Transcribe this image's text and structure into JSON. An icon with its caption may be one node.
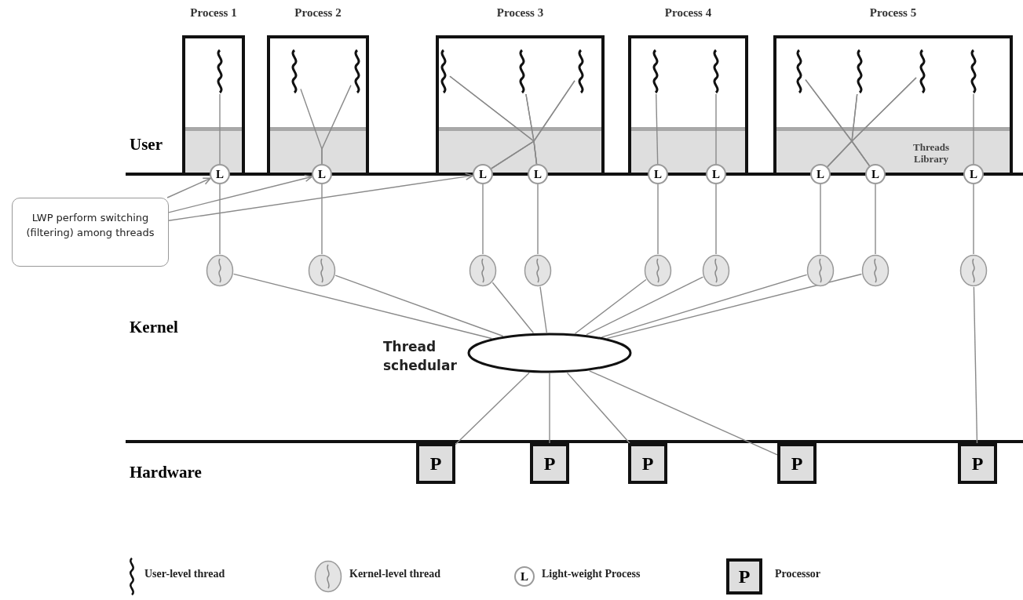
{
  "diagram": {
    "nodes": [
      {
        "text": [
          "Process 1"
        ]
      },
      {
        "text": [
          "Process 2"
        ]
      },
      {
        "text": [
          "Process 3"
        ]
      },
      {
        "text": [
          "Process 4"
        ]
      },
      {
        "text": [
          "Process 5"
        ]
      },
      {
        "text": [],
        "shape": "wave",
        "in": 0
      },
      {
        "text": [],
        "shape": "wave",
        "in": 1
      },
      {
        "text": [],
        "shape": "wave",
        "in": 1
      },
      {
        "text": [],
        "shape": "wave",
        "in": 2
      },
      {
        "text": [],
        "shape": "wave",
        "in": 2
      },
      {
        "text": [],
        "shape": "wave",
        "in": 2
      },
      {
        "text": [],
        "shape": "wave",
        "in": 3
      },
      {
        "text": [],
        "shape": "wave",
        "in": 3
      },
      {
        "text": [],
        "shape": "wave",
        "in": 4
      },
      {
        "text": [],
        "shape": "wave",
        "in": 4
      },
      {
        "text": [],
        "shape": "wave",
        "in": 4
      },
      {
        "text": [],
        "shape": "wave",
        "in": 4
      },
      {
        "text": [
          "L"
        ]
      },
      {
        "text": [
          "L"
        ]
      },
      {
        "text": [
          "L"
        ]
      },
      {
        "text": [
          "L"
        ]
      },
      {
        "text": [
          "L"
        ]
      },
      {
        "text": [
          "L"
        ]
      },
      {
        "text": [
          "L"
        ]
      },
      {
        "text": [
          "L"
        ]
      },
      {
        "text": [
          "L"
        ]
      },
      {
        "text": [],
        "shape": "circle"
      },
      {
        "text": [],
        "shape": "circle"
      },
      {
        "text": [],
        "shape": "circle"
      },
      {
        "text": [],
        "shape": "circle"
      },
      {
        "text": [],
        "shape": "circle"
      },
      {
        "text": [],
        "shape": "circle"
      },
      {
        "text": [],
        "shape": "circle"
      },
      {
        "text": [],
        "shape": "circle"
      },
      {
        "text": [],
        "shape": "circle"
      },
      {
        "text": [],
        "shape": "ellipse",
        "beside": [
          "Thread schedular"
        ]
      },
      {
        "text": [
          "P"
        ]
      },
      {
        "text": [
          "P"
        ]
      },
      {
        "text": [
          "P"
        ]
      },
      {
        "text": [
          "P"
        ]
      },
      {
        "text": [
          "P"
        ]
      },
      {
        "text": [
          "LWP perform switching (filtering) among threads"
        ]
      }
    ],
    "edges": [
      {
        "from": 5,
        "to": 17,
        "arrow": "none"
      },
      {
        "from": 6,
        "to": 18,
        "arrow": "none"
      },
      {
        "from": 7,
        "to": 18,
        "arrow": "none"
      },
      {
        "from": 8,
        "to": 19,
        "arrow": "none"
      },
      {
        "from": 8,
        "to": 20,
        "arrow": "none"
      },
      {
        "from": 9,
        "to": 19,
        "arrow": "none"
      },
      {
        "from": 9,
        "to": 20,
        "arrow": "none"
      },
      {
        "from": 10,
        "to": 19,
        "arrow": "none"
      },
      {
        "from": 10,
        "to": 20,
        "arrow": "none"
      },
      {
        "from": 11,
        "to": 21,
        "arrow": "none"
      },
      {
        "from": 12,
        "to": 22,
        "arrow": "none"
      },
      {
        "from": 13,
        "to": 23,
        "arrow": "none"
      },
      {
        "from": 13,
        "to": 24,
        "arrow": "none"
      },
      {
        "from": 14,
        "to": 23,
        "arrow": "none"
      },
      {
        "from": 14,
        "to": 24,
        "arrow": "none"
      },
      {
        "from": 15,
        "to": 23,
        "arrow": "none"
      },
      {
        "from": 15,
        "to": 24,
        "arrow": "none"
      },
      {
        "from": 16,
        "to": 25,
        "arrow": "none"
      },
      {
        "from": 17,
        "to": 26,
        "arrow": "none"
      },
      {
        "from": 18,
        "to": 27,
        "arrow": "none"
      },
      {
        "from": 19,
        "to": 28,
        "arrow": "none"
      },
      {
        "from": 20,
        "to": 29,
        "arrow": "none"
      },
      {
        "from": 21,
        "to": 30,
        "arrow": "none"
      },
      {
        "from": 22,
        "to": 31,
        "arrow": "none"
      },
      {
        "from": 23,
        "to": 32,
        "arrow": "none"
      },
      {
        "from": 24,
        "to": 33,
        "arrow": "none"
      },
      {
        "from": 25,
        "to": 34,
        "arrow": "none"
      },
      {
        "from": 26,
        "to": 35,
        "arrow": "none"
      },
      {
        "from": 27,
        "to": 35,
        "arrow": "none"
      },
      {
        "from": 28,
        "to": 35,
        "arrow": "none"
      },
      {
        "from": 29,
        "to": 35,
        "arrow": "none"
      },
      {
        "from": 30,
        "to": 35,
        "arrow": "none"
      },
      {
        "from": 31,
        "to": 35,
        "arrow": "none"
      },
      {
        "from": 32,
        "to": 35,
        "arrow": "none"
      },
      {
        "from": 33,
        "to": 35,
        "arrow": "none"
      },
      {
        "from": 35,
        "to": 36,
        "arrow": "none"
      },
      {
        "from": 35,
        "to": 37,
        "arrow": "none"
      },
      {
        "from": 35,
        "to": 38,
        "arrow": "none"
      },
      {
        "from": 35,
        "to": 39,
        "arrow": "none"
      },
      {
        "from": 34,
        "to": 40,
        "arrow": "none"
      },
      {
        "from": 41,
        "to": 17,
        "arrow": "to"
      },
      {
        "from": 41,
        "to": 18,
        "arrow": "to"
      },
      {
        "from": 41,
        "to": 19,
        "arrow": "to"
      }
    ],
    "labels": [
      "User",
      "Threads Library",
      "Kernel",
      "Hardware",
      "L",
      "P"
    ],
    "legend": [
      {
        "text": "User-level thread"
      },
      {
        "text": "Kernel-level thread"
      },
      {
        "text": "Light-weight Process"
      },
      {
        "text": "Processor"
      }
    ]
  }
}
